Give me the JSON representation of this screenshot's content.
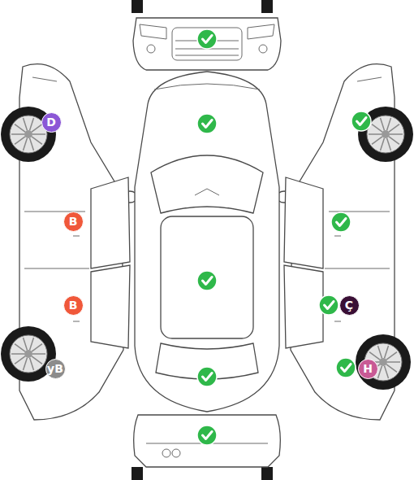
{
  "diagram": {
    "nodes": [
      {
        "text": [
          "D"
        ]
      },
      {
        "text": [
          "B"
        ]
      },
      {
        "text": [
          "B"
        ]
      },
      {
        "text": [
          "Ç"
        ]
      },
      {
        "text": [
          "yB"
        ]
      },
      {
        "text": [
          "H"
        ]
      }
    ]
  }
}
